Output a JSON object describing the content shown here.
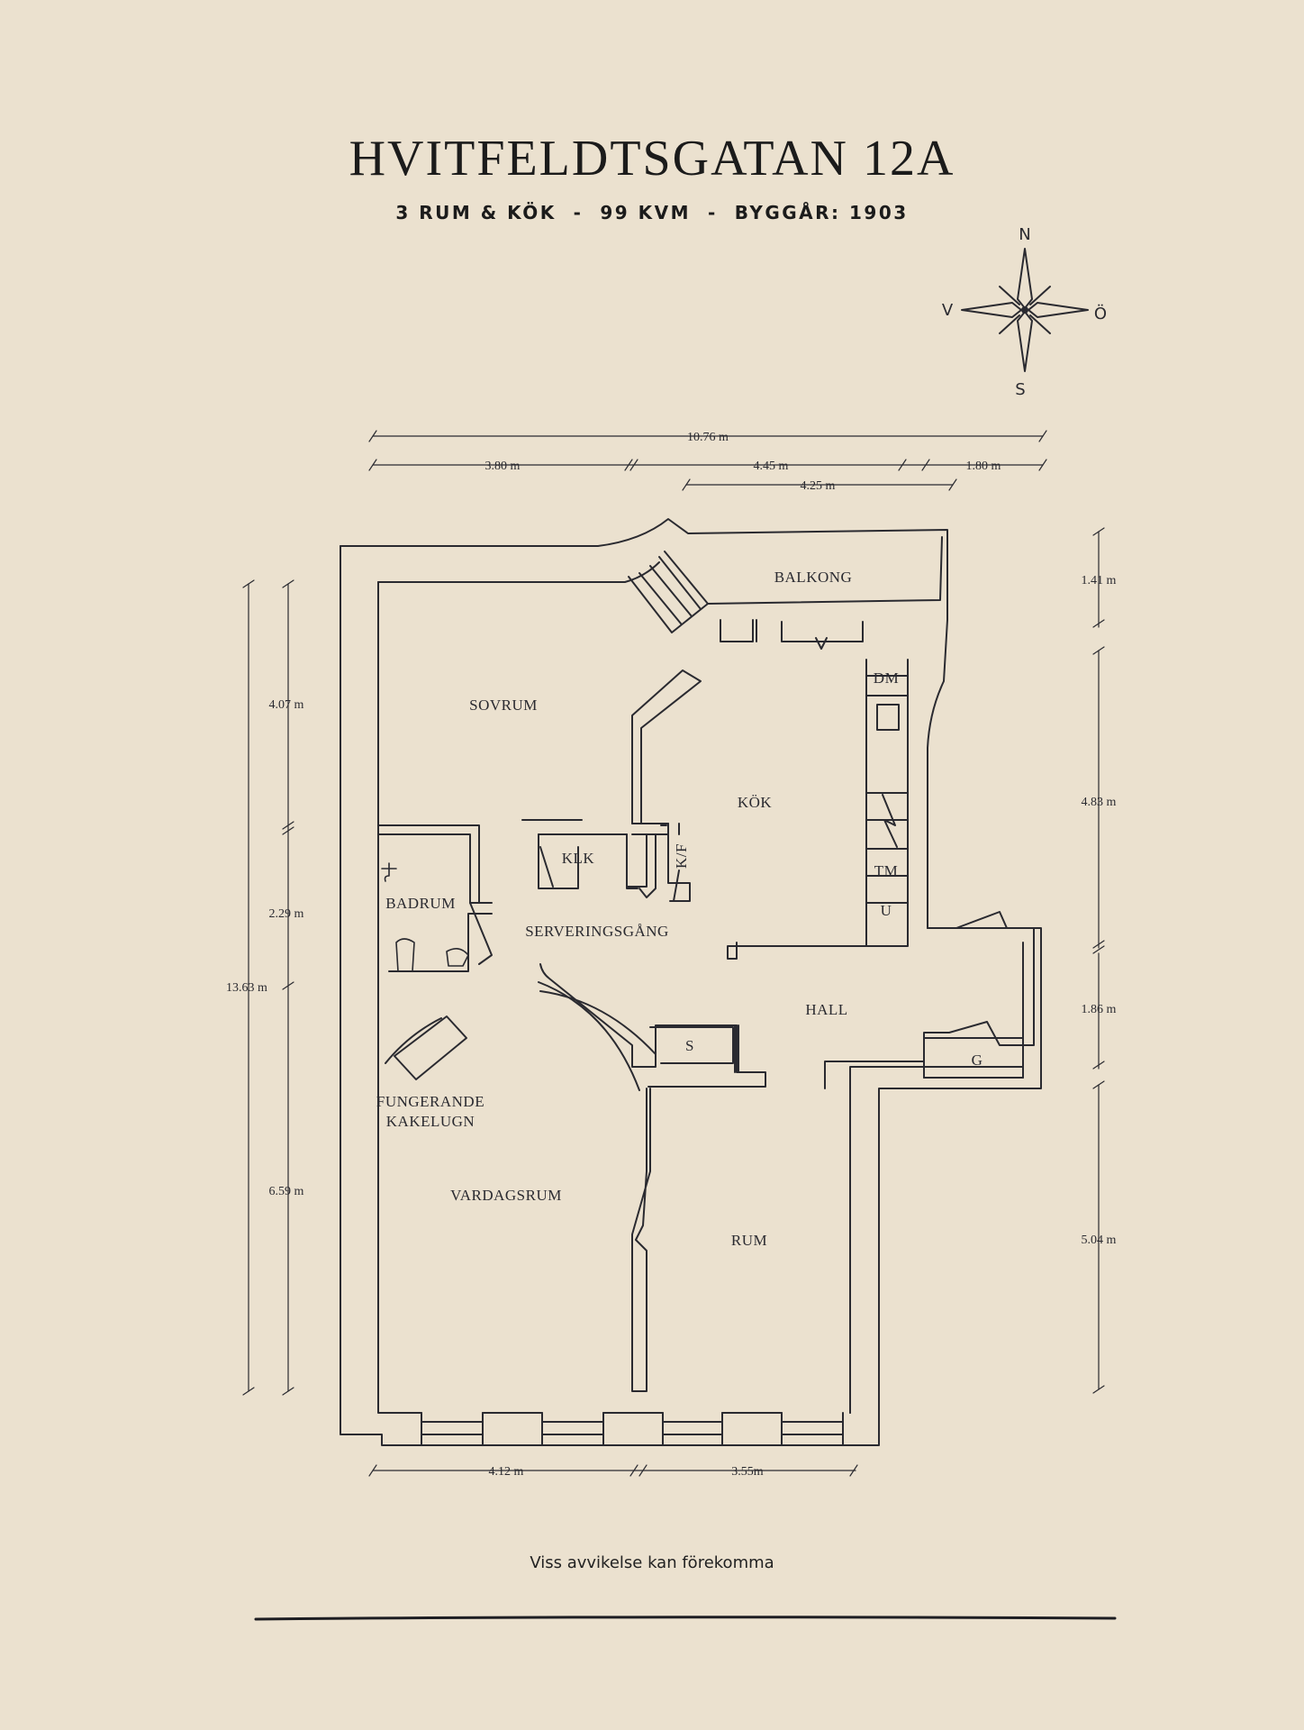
{
  "header": {
    "title": "HVITFELDTSGATAN 12A",
    "subtitle": "3 RUM & KÖK  -  99 KVM  -  BYGGÅR: 1903"
  },
  "compass": {
    "n": "N",
    "s": "S",
    "e": "Ö",
    "w": "V"
  },
  "rooms": {
    "balkong": "BALKONG",
    "sovrum": "SOVRUM",
    "kok": "KÖK",
    "klk": "KLK",
    "kf": "K/F",
    "dm": "DM",
    "tm": "TM",
    "u": "U",
    "badrum": "BADRUM",
    "serveringsgang": "SERVERINGSGÅNG",
    "hall": "HALL",
    "s": "S",
    "g": "G",
    "kakelugn_1": "FUNGERANDE",
    "kakelugn_2": "KAKELUGN",
    "vardagsrum": "VARDAGSRUM",
    "rum": "RUM"
  },
  "dimensions": {
    "top_total": "10.76 m",
    "top_a": "3.80 m",
    "top_b": "4.45 m",
    "top_c": "1.80 m",
    "top_d": "4.25 m",
    "left_a": "4.07 m",
    "left_b": "2.29 m",
    "left_total": "13.63 m",
    "left_c": "6.59 m",
    "right_a": "1.41 m",
    "right_b": "4.83 m",
    "right_c": "1.86 m",
    "right_d": "5.04 m",
    "bottom_a": "4.12 m",
    "bottom_b": "3.55m"
  },
  "footer": {
    "note": "Viss avvikelse kan förekomma"
  },
  "colors": {
    "background": "#ebe1cf",
    "ink": "#2a2a30"
  }
}
